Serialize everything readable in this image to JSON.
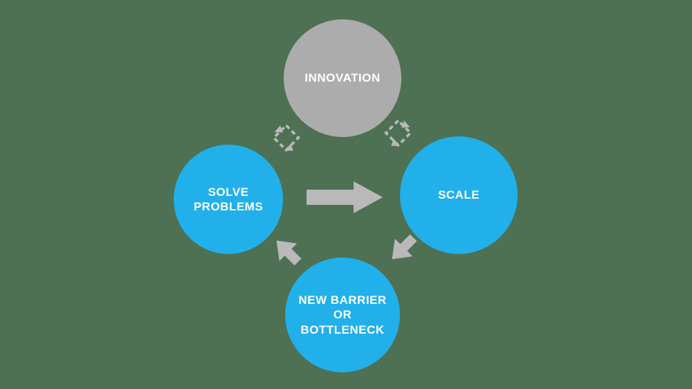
{
  "colors": {
    "background": "#4d7152",
    "node_gray": "#acacac",
    "node_blue": "#21b0ea",
    "arrow_gray": "#b9b9b9",
    "text": "#ffffff"
  },
  "diagram": {
    "type": "cycle",
    "nodes": [
      {
        "id": "innovation",
        "label": "INNOVATION",
        "color": "#acacac"
      },
      {
        "id": "solve-problems",
        "label": "SOLVE\nPROBLEMS",
        "color": "#21b0ea"
      },
      {
        "id": "scale",
        "label": "SCALE",
        "color": "#21b0ea"
      },
      {
        "id": "new-barrier",
        "label": "NEW BARRIER\nOR\nBOTTLENECK",
        "color": "#21b0ea"
      }
    ],
    "arrows": [
      {
        "name": "arrow-solve-to-scale",
        "style": "solid",
        "direction": "right",
        "from": "SOLVE PROBLEMS",
        "to": "SCALE"
      },
      {
        "name": "arrow-scale-to-barrier",
        "style": "solid",
        "direction": "down-left",
        "from": "SCALE",
        "to": "NEW BARRIER OR BOTTLENECK"
      },
      {
        "name": "arrow-barrier-to-solve",
        "style": "solid",
        "direction": "up-left",
        "from": "NEW BARRIER OR BOTTLENECK",
        "to": "SOLVE PROBLEMS"
      },
      {
        "name": "dashed-cycle-icon-left",
        "style": "dashed",
        "between": [
          "INNOVATION",
          "SOLVE PROBLEMS"
        ]
      },
      {
        "name": "dashed-cycle-icon-right",
        "style": "dashed",
        "between": [
          "INNOVATION",
          "SCALE"
        ]
      }
    ]
  }
}
